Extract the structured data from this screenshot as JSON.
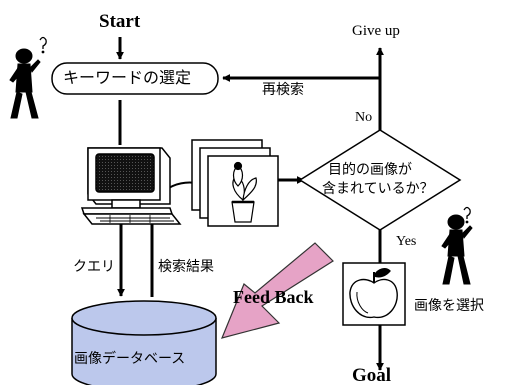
{
  "labels": {
    "start": "Start",
    "goal": "Goal",
    "give_up": "Give up",
    "keyword_select": "キーワードの選定",
    "re_search": "再検索",
    "no": "No",
    "yes": "Yes",
    "decision_line1": "目的の画像が",
    "decision_line2": "含まれているか？",
    "query": "クエリ",
    "search_results": "検索結果",
    "feedback": "Feed Back",
    "select_image": "画像を選択",
    "database": "画像データベース"
  },
  "colors": {
    "line": "#000000",
    "feedback_arrow": "#e6a3c6",
    "database_fill": "#bcc8ec"
  }
}
